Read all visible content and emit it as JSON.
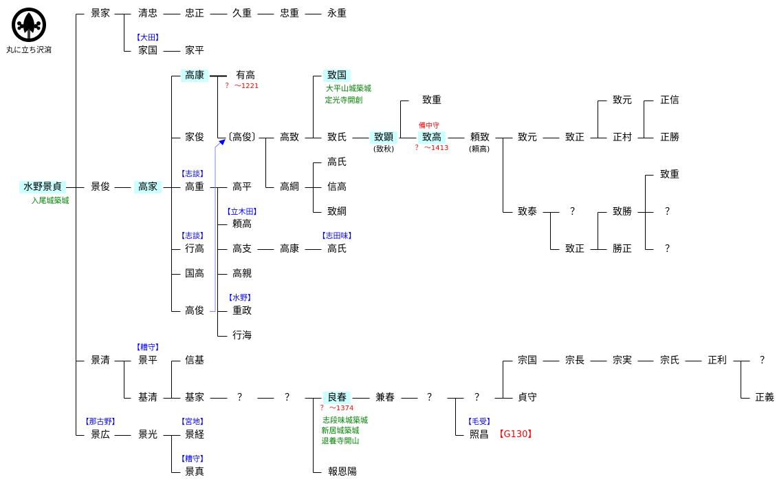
{
  "crest": {
    "name": "丸に立ち沢瀉"
  },
  "colors": {
    "highlight": "#ccffff",
    "branch_label": "#0000ff",
    "note": "#008000",
    "date": "#ff0000"
  },
  "nodes": [
    {
      "id": "kageie",
      "text": "景家"
    },
    {
      "id": "kiyotada",
      "text": "清忠"
    },
    {
      "id": "tadamasa",
      "text": "忠正"
    },
    {
      "id": "hisashige",
      "text": "久重"
    },
    {
      "id": "tadashige",
      "text": "忠重"
    },
    {
      "id": "nagashige",
      "text": "永重"
    },
    {
      "id": "lbl_ota",
      "text": "【大田】"
    },
    {
      "id": "iekuni",
      "text": "家国"
    },
    {
      "id": "iehira",
      "text": "家平"
    },
    {
      "id": "kagesada",
      "text": "水野景貞"
    },
    {
      "id": "note_kagesada",
      "text": "入尾城築城"
    },
    {
      "id": "kagetoshi",
      "text": "景俊"
    },
    {
      "id": "takaie",
      "text": "高家"
    },
    {
      "id": "takayasu1",
      "text": "高康"
    },
    {
      "id": "ietoshi",
      "text": "家俊"
    },
    {
      "id": "lbl_shidami1",
      "text": "【志談】"
    },
    {
      "id": "takashige",
      "text": "高重"
    },
    {
      "id": "lbl_shidami2",
      "text": "【志談】"
    },
    {
      "id": "yukitaka",
      "text": "行高"
    },
    {
      "id": "kunitaka",
      "text": "国高"
    },
    {
      "id": "takatoshi",
      "text": "高俊"
    },
    {
      "id": "aritaka",
      "text": "有高"
    },
    {
      "id": "date_aritaka",
      "text": "？ ～1221"
    },
    {
      "id": "takatoshi2",
      "text": "〔高俊〕"
    },
    {
      "id": "takahira",
      "text": "高平"
    },
    {
      "id": "lbl_tachikida",
      "text": "【立木田】"
    },
    {
      "id": "yoritaka",
      "text": "頼高"
    },
    {
      "id": "takashi",
      "text": "高支"
    },
    {
      "id": "takachika",
      "text": "高親"
    },
    {
      "id": "lbl_mizuno",
      "text": "【水野】"
    },
    {
      "id": "shigemasa",
      "text": "重政"
    },
    {
      "id": "gyokai",
      "text": "行海"
    },
    {
      "id": "takamune",
      "text": "高致"
    },
    {
      "id": "takatsuna",
      "text": "高綱"
    },
    {
      "id": "takayasu2",
      "text": "高康"
    },
    {
      "id": "munekuni",
      "text": "致国"
    },
    {
      "id": "note_munekuni1",
      "text": "大平山城築城"
    },
    {
      "id": "note_munekuni2",
      "text": "定光寺開創"
    },
    {
      "id": "muneuji",
      "text": "致氏"
    },
    {
      "id": "takauji1",
      "text": "高氏"
    },
    {
      "id": "nobutaka",
      "text": "信高"
    },
    {
      "id": "munetsuna",
      "text": "致綱"
    },
    {
      "id": "lbl_shidami3",
      "text": "【志田味】"
    },
    {
      "id": "takauji2",
      "text": "高氏"
    },
    {
      "id": "muneaki",
      "text": "致顕"
    },
    {
      "id": "alias_muneaki",
      "text": "(致秋)"
    },
    {
      "id": "muneshige1",
      "text": "致重"
    },
    {
      "id": "title_munetaka",
      "text": "備中守"
    },
    {
      "id": "munetaka",
      "text": "致高"
    },
    {
      "id": "date_munetaka",
      "text": "？ ～1413"
    },
    {
      "id": "yorimune",
      "text": "頼致"
    },
    {
      "id": "alias_yorimune",
      "text": "(頼高)"
    },
    {
      "id": "munemoto1",
      "text": "致元"
    },
    {
      "id": "munemasa1",
      "text": "致正"
    },
    {
      "id": "munemoto2",
      "text": "致元"
    },
    {
      "id": "masamura",
      "text": "正村"
    },
    {
      "id": "masanobu",
      "text": "正信"
    },
    {
      "id": "masakatsu",
      "text": "正勝"
    },
    {
      "id": "muneyasu",
      "text": "致泰"
    },
    {
      "id": "unk1",
      "text": "？"
    },
    {
      "id": "munemasa2",
      "text": "致正"
    },
    {
      "id": "munekatsu",
      "text": "致勝"
    },
    {
      "id": "katsumasa",
      "text": "勝正"
    },
    {
      "id": "muneshige2",
      "text": "致重"
    },
    {
      "id": "unk2",
      "text": "？"
    },
    {
      "id": "unk3",
      "text": "？"
    },
    {
      "id": "kagekiyo",
      "text": "景清"
    },
    {
      "id": "lbl_kasumori1",
      "text": "【糟守】"
    },
    {
      "id": "kagehira",
      "text": "景平"
    },
    {
      "id": "motokiyo",
      "text": "基清"
    },
    {
      "id": "nobumoto",
      "text": "信基"
    },
    {
      "id": "motoie",
      "text": "基家"
    },
    {
      "id": "unk4",
      "text": "？"
    },
    {
      "id": "unk5",
      "text": "？"
    },
    {
      "id": "yoshiharu",
      "text": "良春"
    },
    {
      "id": "date_yoshiharu",
      "text": "？ ～1374"
    },
    {
      "id": "note_y1",
      "text": "志段味城築城"
    },
    {
      "id": "note_y2",
      "text": "新居城築城"
    },
    {
      "id": "note_y3",
      "text": "退養寺開山"
    },
    {
      "id": "hoonyo",
      "text": "報恩陽"
    },
    {
      "id": "kaneharu",
      "text": "兼春"
    },
    {
      "id": "unk6",
      "text": "？"
    },
    {
      "id": "unk7",
      "text": "？"
    },
    {
      "id": "lbl_menju",
      "text": "【毛受】"
    },
    {
      "id": "terumasa",
      "text": "照昌"
    },
    {
      "id": "ref_g130",
      "text": "【G130】"
    },
    {
      "id": "munekuni2",
      "text": "宗国"
    },
    {
      "id": "munenaga",
      "text": "宗長"
    },
    {
      "id": "munezane",
      "text": "宗実"
    },
    {
      "id": "muneuji2",
      "text": "宗氏"
    },
    {
      "id": "masatoshi",
      "text": "正利"
    },
    {
      "id": "unk8",
      "text": "？"
    },
    {
      "id": "sadamori",
      "text": "貞守"
    },
    {
      "id": "masayoshi",
      "text": "正義"
    },
    {
      "id": "lbl_nagoya",
      "text": "【那古野】"
    },
    {
      "id": "kagehiro",
      "text": "景広"
    },
    {
      "id": "kagemitsu",
      "text": "景光"
    },
    {
      "id": "lbl_miyaji",
      "text": "【宮地】"
    },
    {
      "id": "kagetsune",
      "text": "景経"
    },
    {
      "id": "lbl_kasumori2",
      "text": "【糟守】"
    },
    {
      "id": "kagezane",
      "text": "景真"
    }
  ]
}
